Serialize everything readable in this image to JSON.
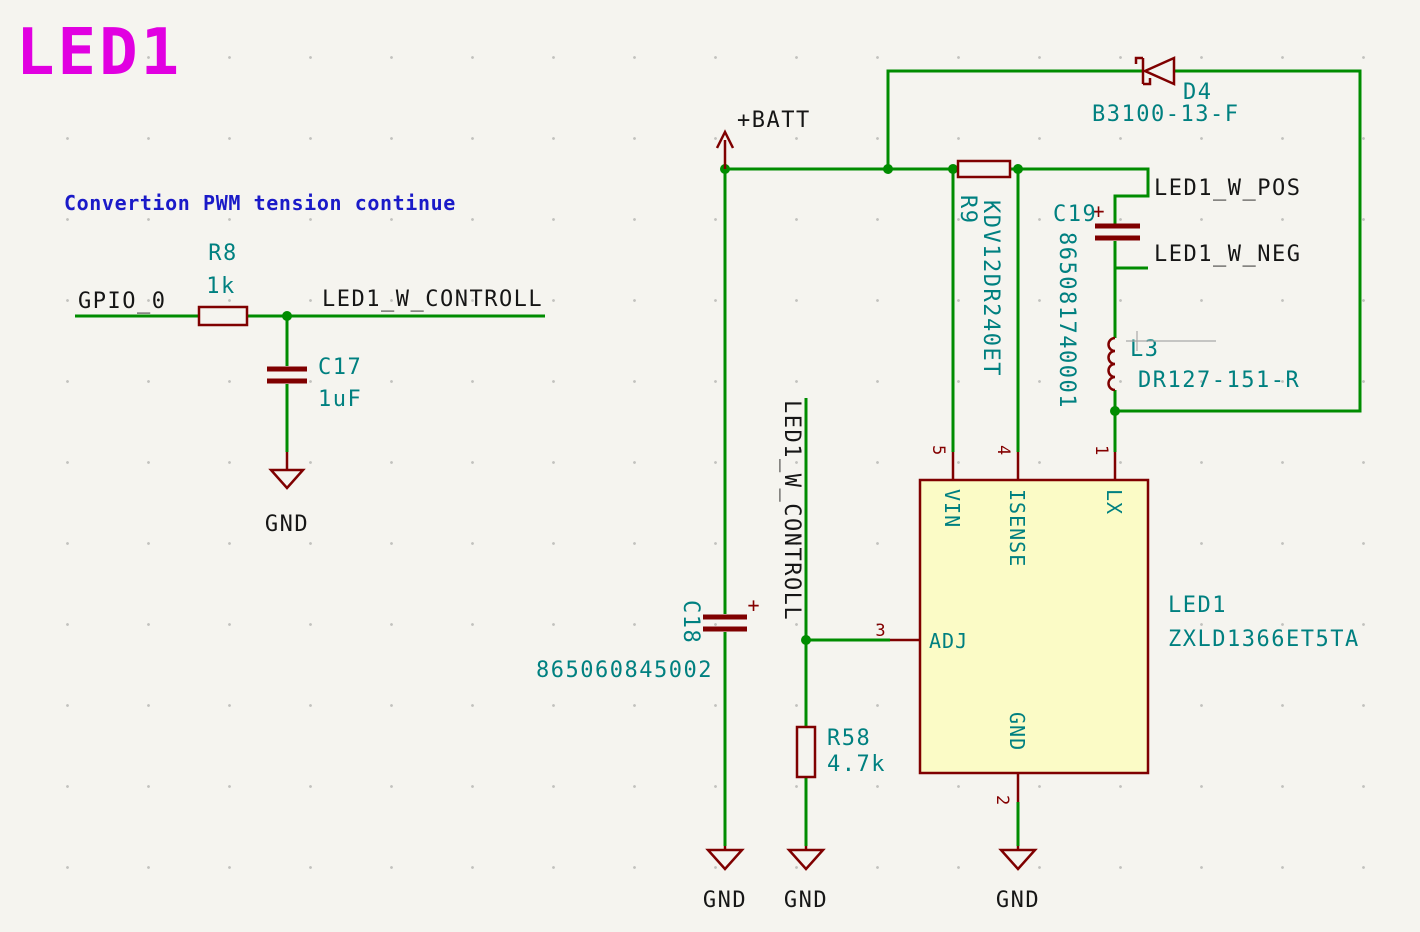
{
  "sheet": {
    "title": "LED1",
    "comment": "Convertion PWM tension continue"
  },
  "labels": {
    "gpio0": "GPIO_0",
    "control": "LED1_W_CONTROLL",
    "pos": "LED1_W_POS",
    "neg": "LED1_W_NEG",
    "batt": "+BATT",
    "gnd": "GND"
  },
  "components": {
    "r8": {
      "ref": "R8",
      "value": "1k"
    },
    "c17": {
      "ref": "C17",
      "value": "1uF"
    },
    "d4": {
      "ref": "D4",
      "value": "B3100-13-F"
    },
    "r9": {
      "ref": "R9",
      "value": "KDV12DR240ET"
    },
    "c19": {
      "ref": "C19",
      "value": "865081740001",
      "polarity": "+"
    },
    "c18": {
      "ref": "C18",
      "value": "865060845002",
      "polarity": "+"
    },
    "l3": {
      "ref": "L3",
      "value": "DR127-151-R"
    },
    "r58": {
      "ref": "R58",
      "value": "4.7k"
    },
    "u1": {
      "ref": "LED1",
      "value": "ZXLD1366ET5TA",
      "pins": {
        "vin": {
          "num": "5",
          "name": "VIN"
        },
        "isense": {
          "num": "4",
          "name": "ISENSE"
        },
        "lx": {
          "num": "1",
          "name": "LX"
        },
        "adj": {
          "num": "3",
          "name": "ADJ"
        },
        "gnd": {
          "num": "2",
          "name": "GND"
        }
      }
    }
  },
  "colors": {
    "wire": "#008C00",
    "symbol_outline": "#7F0000",
    "component_fields": "#008080",
    "pin_number": "#840000",
    "net_label": "#161616",
    "comment_text": "#1A1AC8",
    "sheet_title": "#E100E1",
    "ic_fill": "#FBFBC6",
    "background": "#F5F4EF"
  }
}
